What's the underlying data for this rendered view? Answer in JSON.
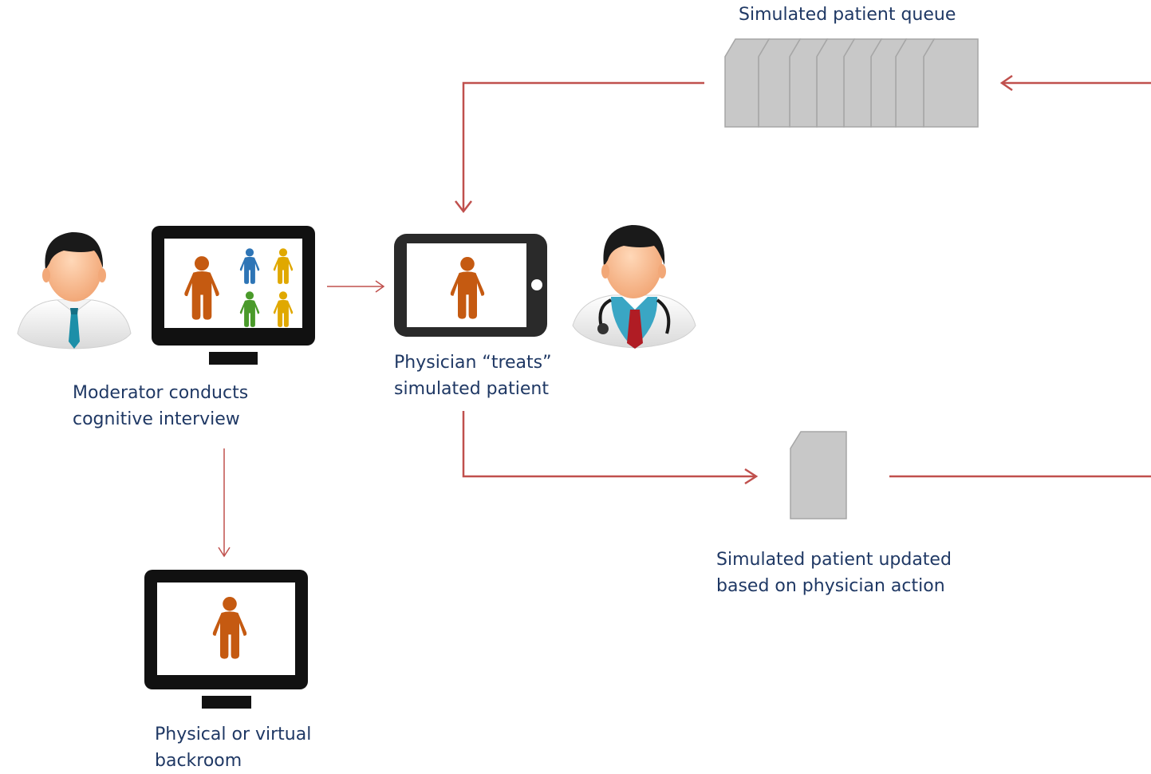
{
  "labels": {
    "queue": "Simulated patient queue",
    "physician": [
      "Physician “treats”",
      "simulated patient"
    ],
    "moderator": [
      "Moderator conducts",
      "cognitive interview"
    ],
    "updated": [
      "Simulated patient updated",
      "based on physician action"
    ],
    "backroom": [
      "Physical or virtual",
      "backroom"
    ]
  },
  "colors": {
    "arrow": "#c0504d",
    "text": "#1f3864",
    "card": "#c8c8c8",
    "card_edge": "#a6a6a6",
    "screen_bezel": "#111111",
    "patient_main": "#c55a11",
    "patient_blue": "#2e75b6",
    "patient_yellow": "#e0a800",
    "patient_green": "#4a9a2a"
  },
  "icons": {
    "moderator": "moderator-person-icon",
    "monitor": "monitor-icon",
    "tablet": "tablet-icon",
    "physician": "physician-with-stethoscope-icon",
    "patient": "patient-figure-icon",
    "queue_card": "patient-card-icon"
  }
}
